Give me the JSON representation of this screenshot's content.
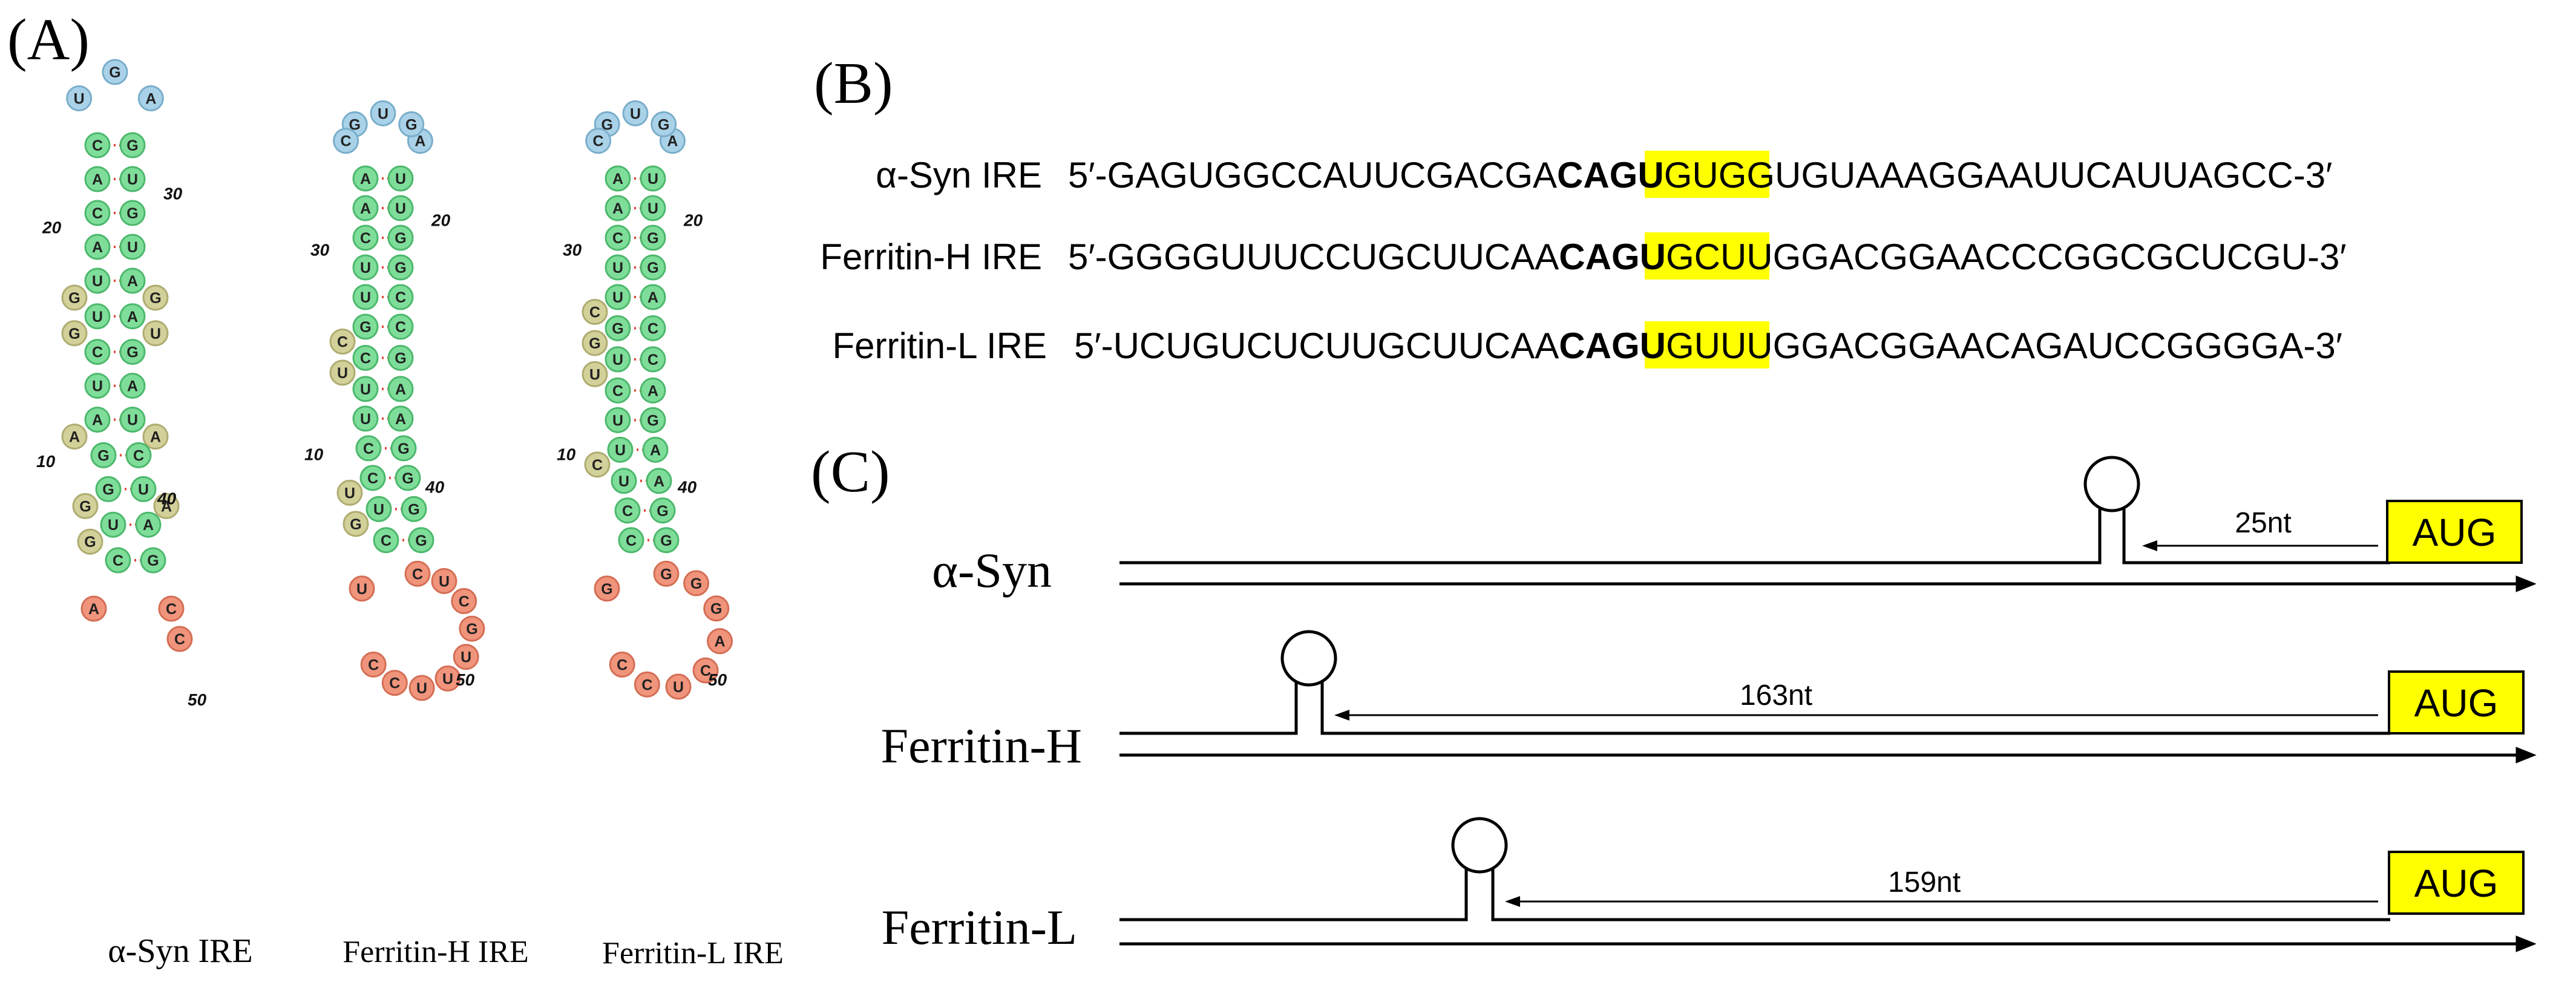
{
  "panel_a": {
    "label": "(A)",
    "structures": [
      {
        "id": "asyn",
        "caption": "α-Syn IRE",
        "loop": [
          "A",
          "G",
          "U"
        ],
        "pairs": [
          [
            "C",
            "G"
          ],
          [
            "A",
            "U"
          ],
          [
            "C",
            "G"
          ],
          [
            "A",
            "U"
          ],
          [
            "U",
            "A"
          ],
          [
            "U",
            "A"
          ],
          [
            "C",
            "G"
          ],
          [
            "U",
            "A"
          ],
          [
            "A",
            "U"
          ],
          [
            "G",
            "C"
          ],
          [
            "G",
            "U"
          ],
          [
            "U",
            "A"
          ],
          [
            "C",
            "G"
          ]
        ],
        "tail_left": [
          "A"
        ],
        "tail_right": [
          "C",
          "C"
        ],
        "numbers": [
          "20",
          "30",
          "10",
          "40",
          "50"
        ]
      },
      {
        "id": "fh",
        "caption": "Ferritin-H IRE",
        "loop": [
          "A",
          "G",
          "U",
          "G",
          "C"
        ],
        "pairs": [
          [
            "A",
            "U"
          ],
          [
            "A",
            "U"
          ],
          [
            "C",
            "G"
          ],
          [
            "U",
            "G"
          ],
          [
            "U",
            "C"
          ],
          [
            "G",
            "C"
          ],
          [
            "C",
            "G"
          ],
          [
            "U",
            "A"
          ],
          [
            "U",
            "A"
          ],
          [
            "C",
            "G"
          ],
          [
            "C",
            "G"
          ],
          [
            "U",
            "G"
          ],
          [
            "C",
            "G"
          ]
        ],
        "tail_left": [
          "U"
        ],
        "tail_right": [
          "C",
          "U",
          "C",
          "G",
          "U",
          "U",
          "U",
          "C",
          "C"
        ],
        "numbers": [
          "30",
          "20",
          "10",
          "40",
          "50"
        ]
      },
      {
        "id": "fl",
        "caption": "Ferritin-L IRE",
        "loop": [
          "A",
          "G",
          "U",
          "G",
          "C"
        ],
        "pairs": [
          [
            "A",
            "U"
          ],
          [
            "A",
            "U"
          ],
          [
            "C",
            "G"
          ],
          [
            "U",
            "G"
          ],
          [
            "U",
            "A"
          ],
          [
            "G",
            "C"
          ],
          [
            "U",
            "C"
          ],
          [
            "C",
            "A"
          ],
          [
            "U",
            "G"
          ],
          [
            "U",
            "A"
          ],
          [
            "U",
            "A"
          ],
          [
            "C",
            "G"
          ],
          [
            "C",
            "G"
          ]
        ],
        "tail_left": [
          "G"
        ],
        "tail_right": [
          "G",
          "G",
          "G",
          "A",
          "C",
          "U",
          "C",
          "C"
        ],
        "numbers": [
          "30",
          "20",
          "10",
          "40",
          "50"
        ]
      }
    ]
  },
  "panel_b": {
    "label": "(B)",
    "rows": [
      {
        "name": "α-Syn IRE",
        "prefix": "5′-GAGUGGCCAUUCGACGA",
        "motif": "CAGU",
        "suffix": "GUGGUGUAAAGGAAUUCAUUAGCC-3′"
      },
      {
        "name": "Ferritin-H IRE",
        "prefix": "5′-GGGGUUUCCUGCUUCAA",
        "motif": "CAGU",
        "suffix": "GCUUGGACGGAACCCGGCGCUCGU-3′"
      },
      {
        "name": "Ferritin-L IRE",
        "prefix": "5′-UCUGUCUCUUGCUUCAA",
        "motif": "CAGU",
        "suffix": "GUUUGGACGGAACAGAUCCGGGGA-3′"
      }
    ],
    "highlight_color": "#ffff00"
  },
  "panel_c": {
    "label": "(C)",
    "tracks": [
      {
        "name": "α-Syn",
        "distance": "25nt",
        "codon": "AUG"
      },
      {
        "name": "Ferritin-H",
        "distance": "163nt",
        "codon": "AUG"
      },
      {
        "name": "Ferritin-L",
        "distance": "159nt",
        "codon": "AUG"
      }
    ],
    "codon_box_color": "#ffff00"
  },
  "colors": {
    "stem": "#7fdd9a",
    "stem_stroke": "#4cb86c",
    "hairpin_loop": "#a9d2e8",
    "hairpin_loop_stroke": "#7aaecb",
    "internal_loop": "#d3d19a",
    "internal_loop_stroke": "#aeac70",
    "tail": "#f0947c",
    "tail_stroke": "#d46e55",
    "pair_dot": "#e0453a",
    "motif_text": "#000000"
  }
}
